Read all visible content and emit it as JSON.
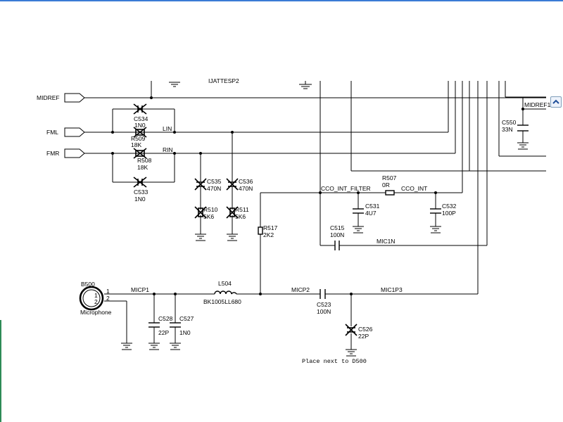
{
  "ports": {
    "midref": "MIDREF",
    "fml": "FML",
    "fmr": "FMR"
  },
  "nets": {
    "lin": "LIN",
    "rin": "RIN",
    "midref1": "MIDREF1",
    "cco_int_filter": "CCO_INT_FILTER",
    "cco_int": "CCO_INT",
    "mic1n": "MIC1N",
    "micp1": "MICP1",
    "micp2": "MICP2",
    "mic1p3": "MIC1P3",
    "top_cut": "IJATTESP2"
  },
  "components": {
    "c534": {
      "ref": "C534",
      "val": "1N0"
    },
    "r509": {
      "ref": "R509",
      "val": "18K"
    },
    "r508": {
      "ref": "R508",
      "val": "18K"
    },
    "c533": {
      "ref": "C533",
      "val": "1N0"
    },
    "c535": {
      "ref": "C535",
      "val": "470N"
    },
    "c536": {
      "ref": "C536",
      "val": "470N"
    },
    "r510": {
      "ref": "R510",
      "val": "5K6"
    },
    "r511": {
      "ref": "R511",
      "val": "5K6"
    },
    "r517": {
      "ref": "R517",
      "val": "2K2"
    },
    "c515": {
      "ref": "C515",
      "val": "100N"
    },
    "c531": {
      "ref": "C531",
      "val": "4U7"
    },
    "r507": {
      "ref": "R507",
      "val": "0R"
    },
    "c532": {
      "ref": "C532",
      "val": "100P"
    },
    "c550": {
      "ref": "C550",
      "val": "33N"
    },
    "l504": {
      "ref": "L504",
      "val": "BK1005LL680"
    },
    "c528": {
      "ref": "C528",
      "val": "22P"
    },
    "c527": {
      "ref": "C527",
      "val": "1N0"
    },
    "c523": {
      "ref": "C523",
      "val": "100N"
    },
    "c526": {
      "ref": "C526",
      "val": "22P"
    },
    "b500": {
      "ref": "B500",
      "val": "Microphone",
      "pin1": "1",
      "pin2": "2",
      "pin1b": "1",
      "pin2b": "2"
    }
  },
  "notes": {
    "placement": "Place next to D500"
  },
  "colors": {
    "wire": "#000000",
    "accent_bar": "#3a7bd5",
    "side_bar": "#2e8b57"
  }
}
